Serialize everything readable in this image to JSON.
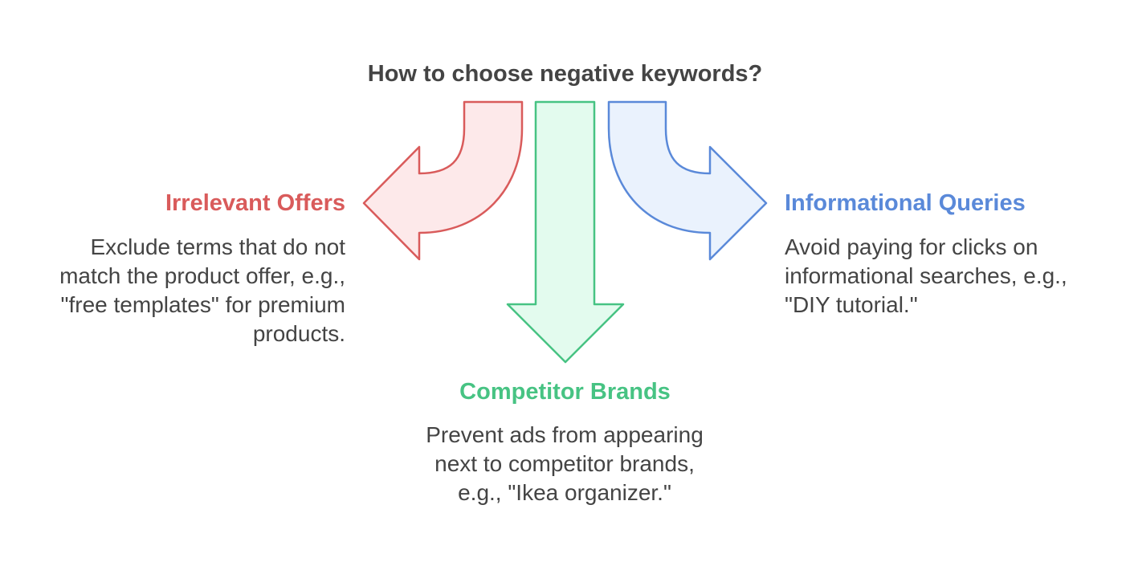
{
  "title": "How to choose negative keywords?",
  "colors": {
    "red_stroke": "#d95b5b",
    "red_fill": "#fde9ea",
    "green_stroke": "#47c383",
    "green_fill": "#e3fbee",
    "blue_stroke": "#5a89d9",
    "blue_fill": "#eaf2fd"
  },
  "branches": {
    "left": {
      "heading": "Irrelevant Offers",
      "lines": [
        "Exclude terms that do not",
        "match the product offer, e.g.,",
        "\"free templates\" for premium",
        "products."
      ],
      "color": "#d95b5b"
    },
    "middle": {
      "heading": "Competitor Brands",
      "lines": [
        "Prevent ads from appearing",
        "next to competitor brands,",
        "e.g., \"Ikea organizer.\""
      ],
      "color": "#47c383"
    },
    "right": {
      "heading": "Informational Queries",
      "lines": [
        "Avoid paying for clicks on",
        "informational searches, e.g.,",
        "\"DIY tutorial.\""
      ],
      "color": "#5a89d9"
    }
  }
}
